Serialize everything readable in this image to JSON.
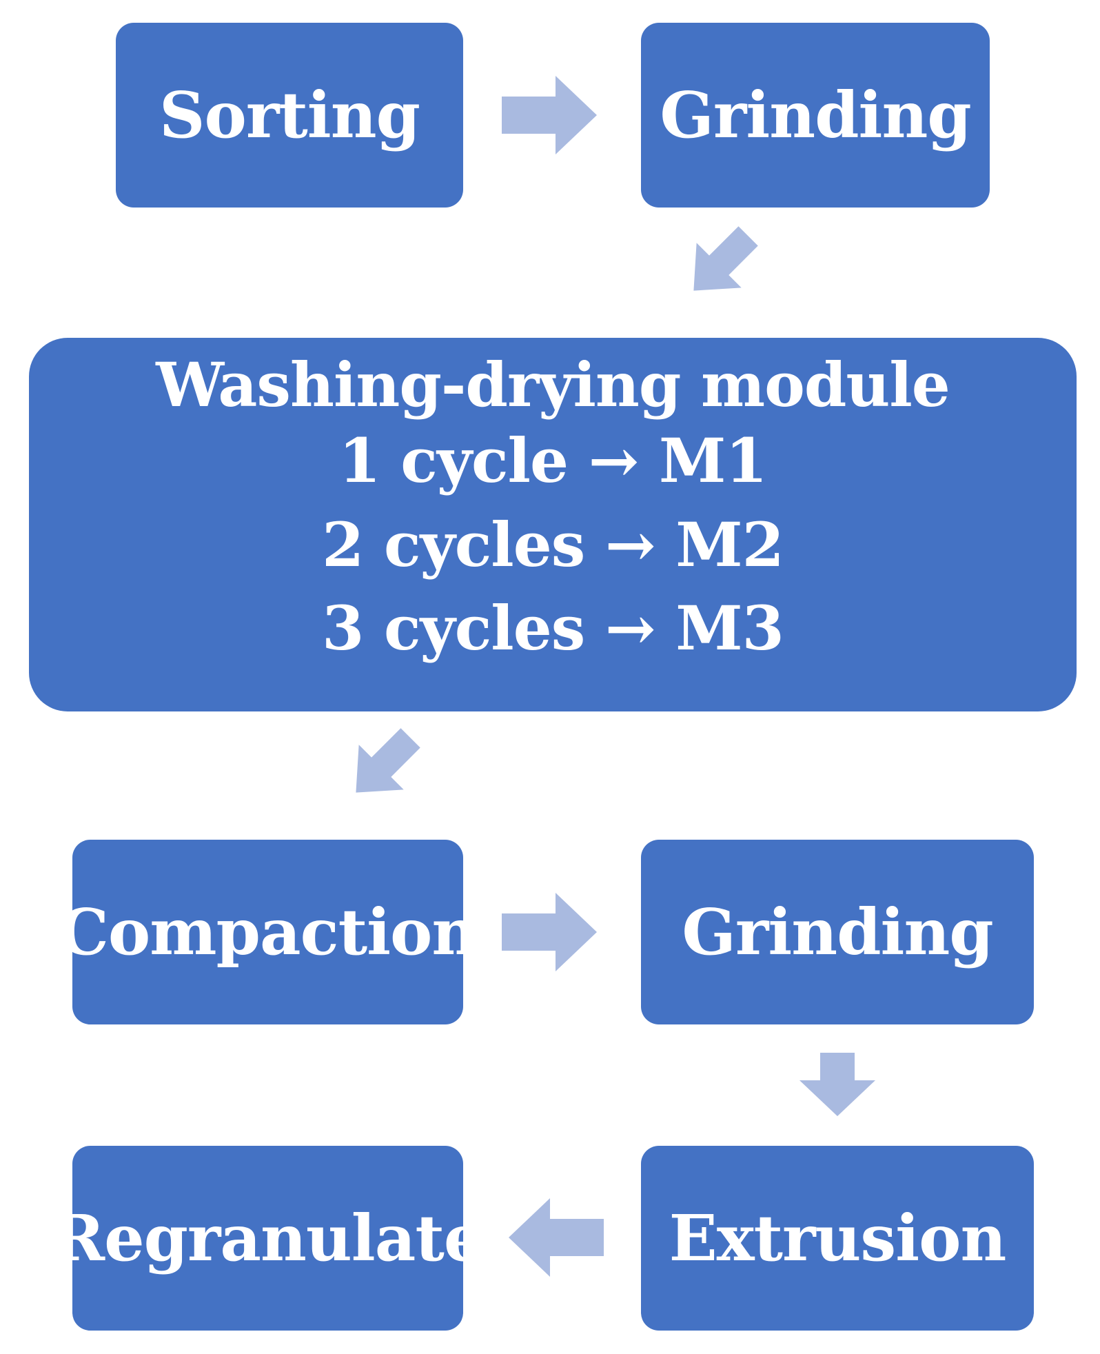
{
  "colors": {
    "box": "#4472C4",
    "text": "#FFFFFF",
    "arrow": "#A9BAE0",
    "background": "#FFFFFF"
  },
  "steps": {
    "sorting": "Sorting",
    "grinding_1": "Grinding",
    "washing": {
      "title": "Washing-drying module",
      "cycles": [
        "1 cycle → M1",
        "2 cycles → M2",
        "3 cycles → M3"
      ]
    },
    "compaction": "Compaction",
    "grinding_2": "Grinding",
    "extrusion": "Extrusion",
    "regranulate": "Regranulate"
  }
}
